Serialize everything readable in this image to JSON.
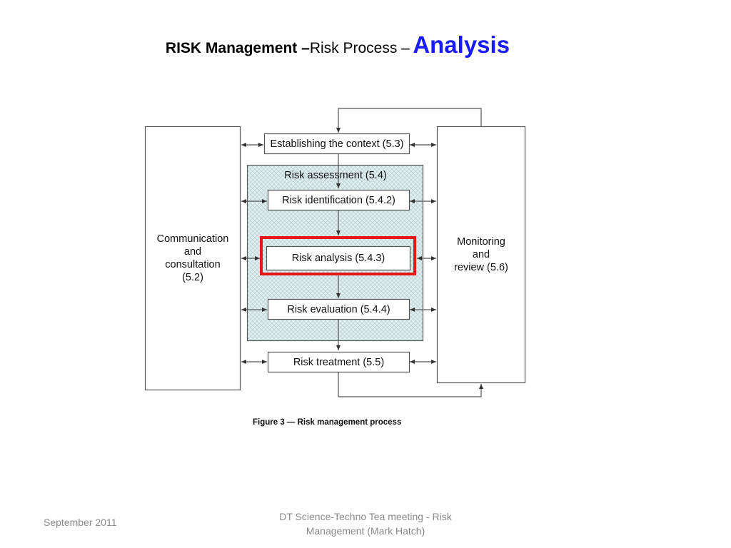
{
  "slide": {
    "title_bold": "RISK Management –",
    "title_normal": "Risk Process –",
    "title_accent": "Analysis",
    "accent_color": "#1a1aff",
    "highlight_color": "#e8141c"
  },
  "diagram": {
    "communication": "Communication\nand\nconsultation\n(5.2)",
    "monitoring": "Monitoring\nand\nreview (5.6)",
    "establishing": "Establishing the context (5.3)",
    "assessment": "Risk assessment (5.4)",
    "identification": "Risk identification (5.4.2)",
    "analysis": "Risk analysis (5.4.3)",
    "evaluation": "Risk evaluation (5.4.4)",
    "treatment": "Risk treatment (5.5)",
    "caption": "Figure 3 — Risk management process"
  },
  "footer": {
    "date": "September 2011",
    "center": "DT Science-Techno Tea meeting - Risk Management (Mark Hatch)"
  }
}
